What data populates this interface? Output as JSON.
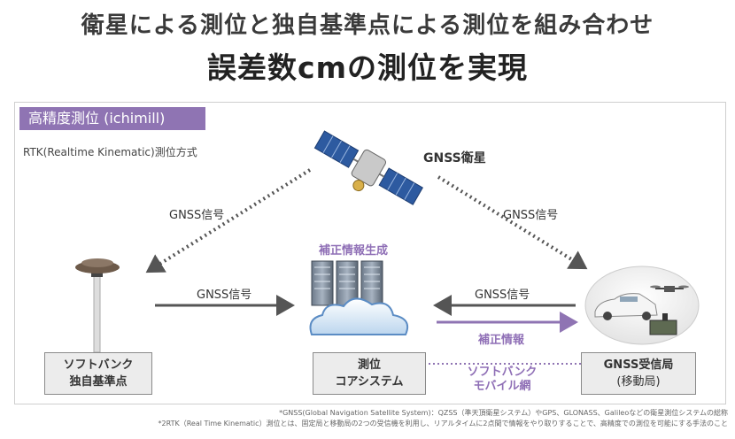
{
  "title_line1": "衛星による測位と独自基準点による測位を組み合わせ",
  "title_line2": "誤差数cmの測位を実現",
  "panel_tag": "高精度測位 (ichimill)",
  "method": "RTK(Realtime Kinematic)測位方式",
  "satellite_label": "GNSS衛星",
  "signal_label_left": "GNSS信号",
  "signal_label_right": "GNSS信号",
  "signal_label_mid_left": "GNSS信号",
  "signal_label_mid_right": "GNSS信号",
  "correction_gen_label": "補正情報生成",
  "correction_info_label": "補正情報",
  "network_line1": "ソフトバンク",
  "network_line2": "モバイル網",
  "box_reference": {
    "line1": "ソフトバンク",
    "line2": "独自基準点"
  },
  "box_core": {
    "line1": "測位",
    "line2": "コアシステム"
  },
  "box_receiver": {
    "line1": "GNSS受信局",
    "line2": "(移動局)"
  },
  "footnote1": "*GNSS(Global Navigation Satellite System)：QZSS（準天頂衛星システム）やGPS、GLONASS、Galileoなどの衛星測位システムの総称",
  "footnote2": "*2RTK（Real Time Kinematic）測位とは、固定局と移動局の2つの受信機を利用し、リアルタイムに2点間で情報をやり取りすることで、高精度での測位を可能にする手法のこと",
  "colors": {
    "accent": "#8f74b3",
    "arrow_dark": "#555555"
  }
}
